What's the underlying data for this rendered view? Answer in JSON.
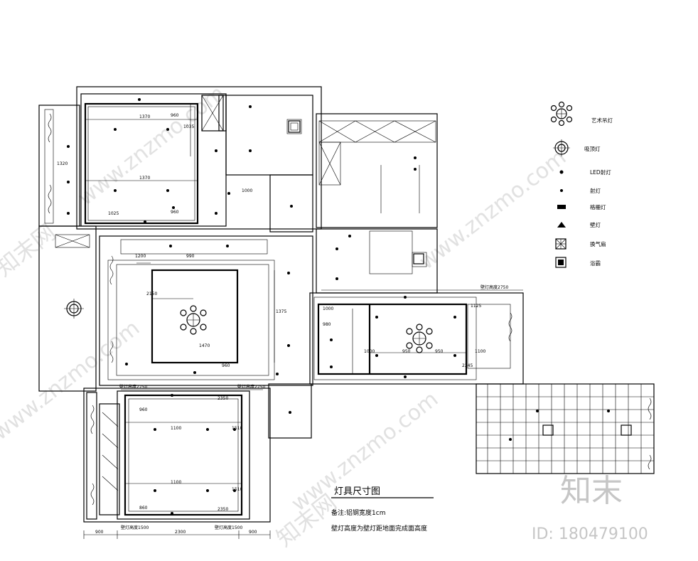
{
  "title": "灯具尺寸图",
  "notes": {
    "line1": "备注:铝钢宽度1cm",
    "line2": "壁灯高度为壁灯距地面完成面高度"
  },
  "legend": [
    {
      "icon": "chandelier-icon",
      "label": "艺术吊灯"
    },
    {
      "icon": "ceiling-lamp-icon",
      "label": "吸顶灯"
    },
    {
      "icon": "led-spotlight-icon",
      "label": "LED射灯"
    },
    {
      "icon": "spotlight-icon",
      "label": "射灯"
    },
    {
      "icon": "grille-light-icon",
      "label": "格栅灯"
    },
    {
      "icon": "wall-lamp-icon",
      "label": "壁灯"
    },
    {
      "icon": "exhaust-fan-icon",
      "label": "换气扇"
    },
    {
      "icon": "bath-heater-icon",
      "label": "浴霸"
    }
  ],
  "dimensions": {
    "room1": [
      "1370",
      "1370",
      "960",
      "1035",
      "960",
      "1025",
      "1320",
      "1000"
    ],
    "living": [
      "1200",
      "2150",
      "1375",
      "1470",
      "960",
      "990"
    ],
    "dining": [
      "980",
      "1000",
      "1000",
      "950",
      "950",
      "1125",
      "2245",
      "1100"
    ],
    "bedroom": [
      "2350",
      "1100",
      "1100",
      "2350",
      "1510",
      "1510",
      "960",
      "860"
    ],
    "bottom": [
      "900",
      "2300",
      "900"
    ],
    "wall_lamp_height": "壁灯高度2750",
    "wall_lamp_height2": "壁灯高度1500"
  },
  "watermarks": {
    "site": "www.znzmo.com",
    "brand": "知末网",
    "logo": "知末",
    "id_text": "ID: 180479100"
  }
}
